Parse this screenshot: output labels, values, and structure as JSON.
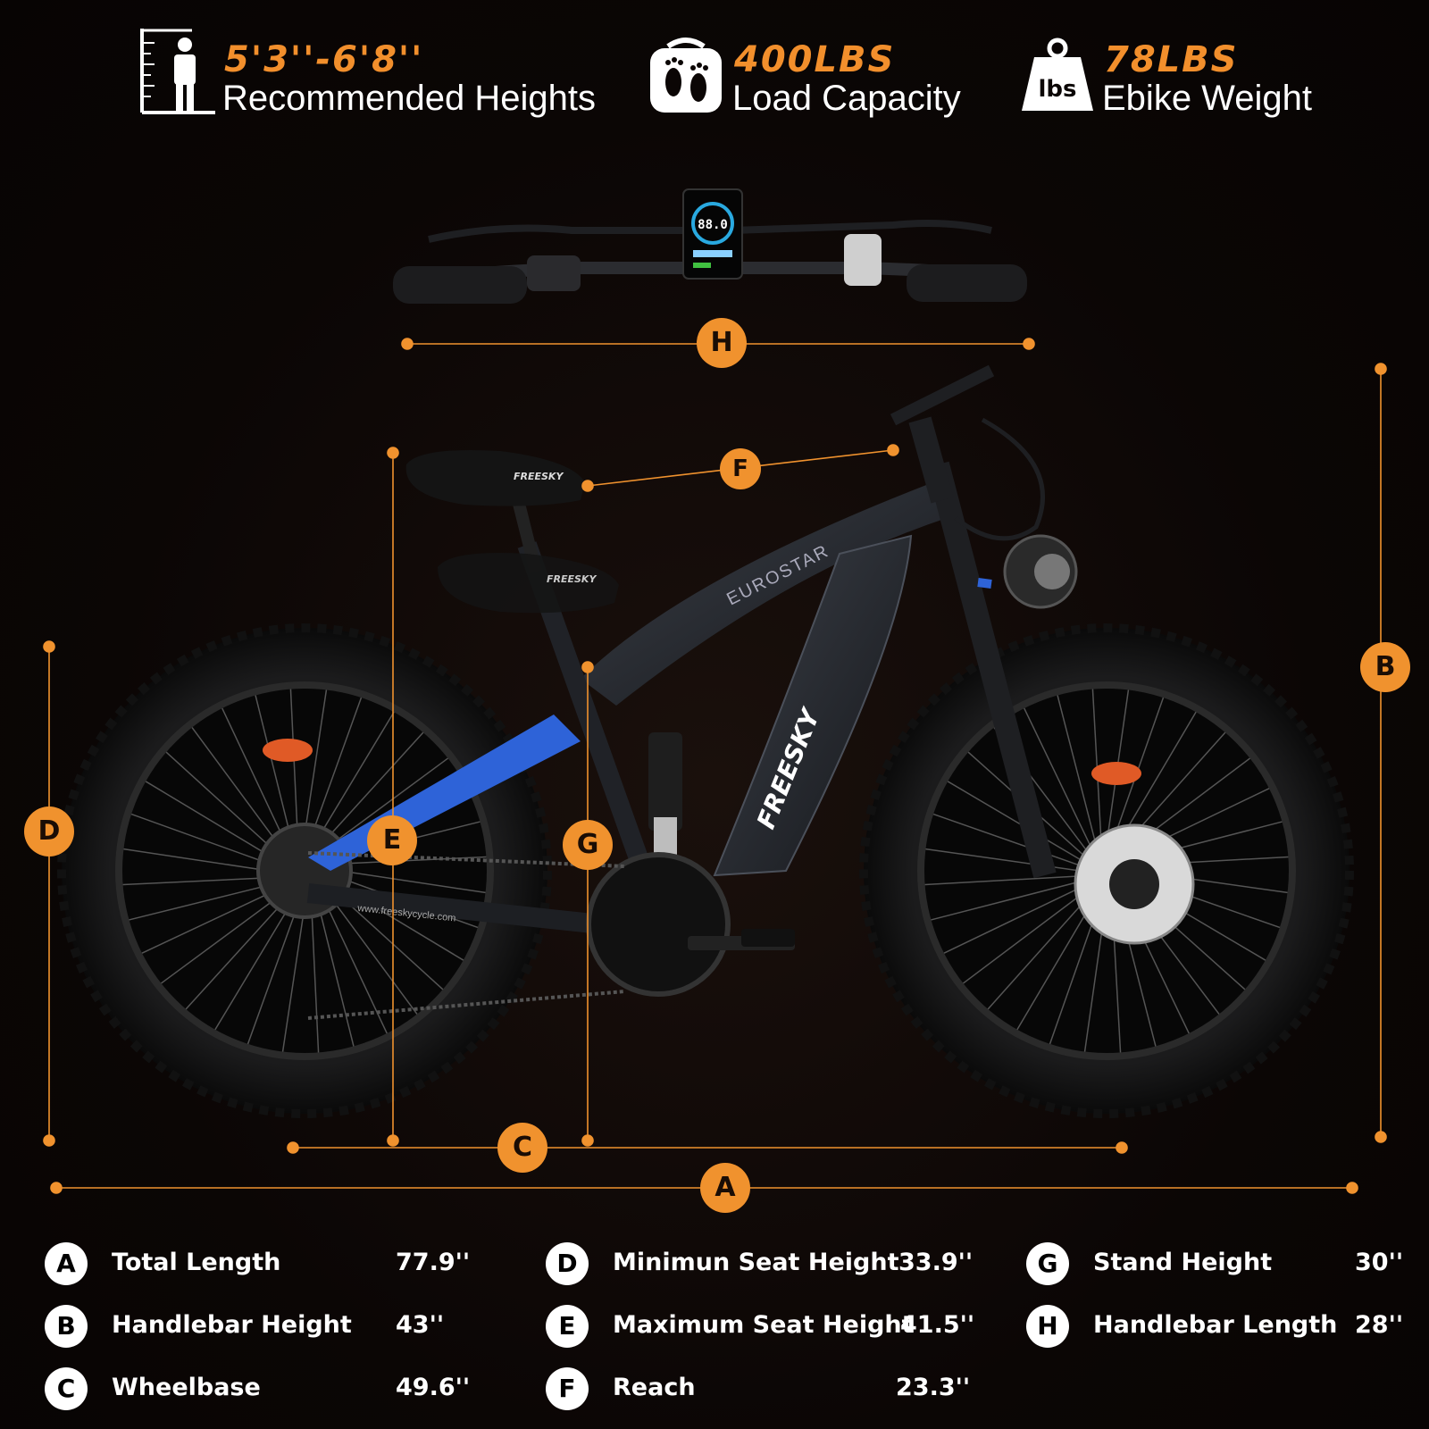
{
  "stats": [
    {
      "icon": "height-ruler-person-icon",
      "value": "5'3''-6'8''",
      "label": "Recommended Heights"
    },
    {
      "icon": "footprints-scale-icon",
      "value": "400LBS",
      "label": "Load Capacity"
    },
    {
      "icon": "lbs-weight-icon",
      "value": "78LBS",
      "label": "Ebike Weight",
      "icon_text": "lbs"
    }
  ],
  "dimension_letters": {
    "A": "A",
    "B": "B",
    "C": "C",
    "D": "D",
    "E": "E",
    "F": "F",
    "G": "G",
    "H": "H"
  },
  "brand": "FREESKY",
  "model": "EUROSTAR",
  "url": "www.freeskycycle.com",
  "display_reading": "88.0",
  "specs": [
    {
      "letter": "A",
      "name": "Total Length",
      "value": "77.9''"
    },
    {
      "letter": "B",
      "name": "Handlebar Height",
      "value": "43''"
    },
    {
      "letter": "C",
      "name": "Wheelbase",
      "value": "49.6''"
    },
    {
      "letter": "D",
      "name": "Minimun Seat Height",
      "value": "33.9''"
    },
    {
      "letter": "E",
      "name": "Maximum Seat Height",
      "value": "41.5''"
    },
    {
      "letter": "F",
      "name": "Reach",
      "value": "23.3''"
    },
    {
      "letter": "G",
      "name": "Stand Height",
      "value": "30''"
    },
    {
      "letter": "H",
      "name": "Handlebar Length",
      "value": "28''"
    }
  ],
  "colors": {
    "accent": "#f0922e",
    "background": "#0b0605",
    "frame": "#2a2d33",
    "swingarm": "#2e63d8",
    "tire": "#141414"
  }
}
